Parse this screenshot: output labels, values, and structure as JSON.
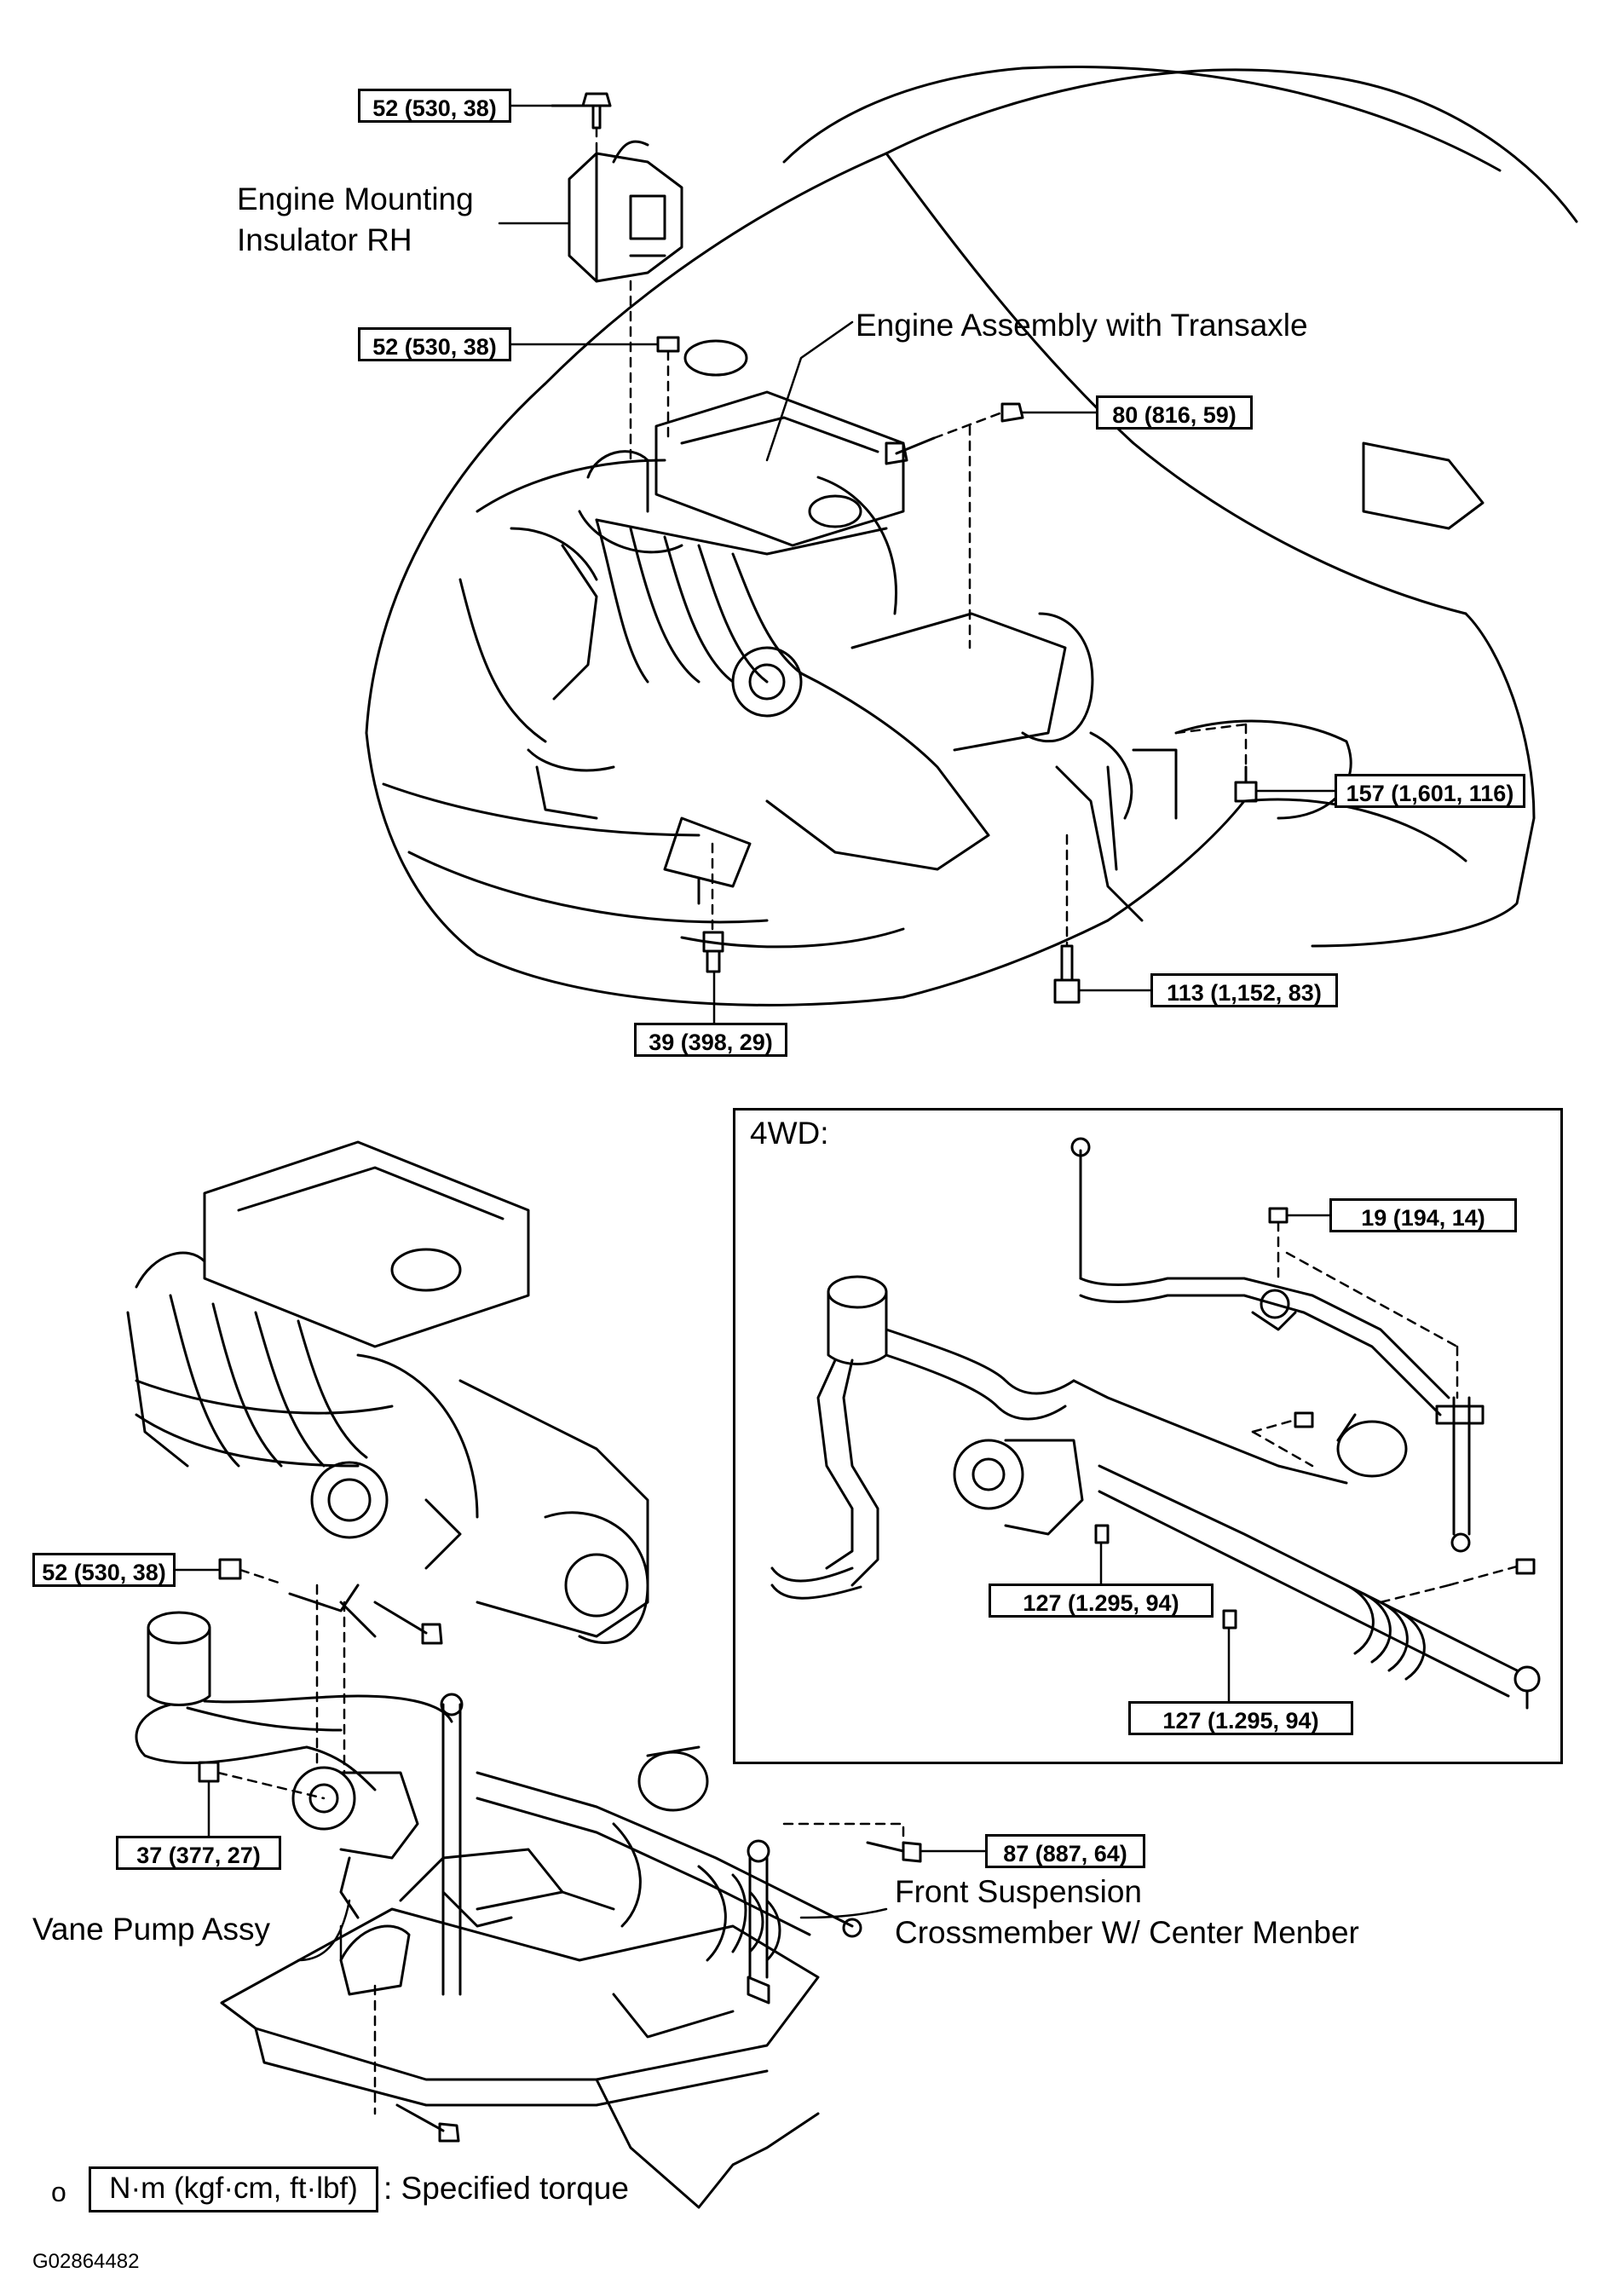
{
  "torque_labels": {
    "mount_bolt_top": "52 (530, 38)",
    "mount_nut": "52 (530, 38)",
    "bolt_80": "80 (816, 59)",
    "bolt_157": "157 (1,601, 116)",
    "bolt_113": "113 (1,152, 83)",
    "bolt_39": "39 (398, 29)",
    "bolt_52_lower": "52 (530, 38)",
    "bolt_37": "37 (377, 27)",
    "bolt_87": "87 (887, 64)",
    "fwd_19": "19 (194, 14)",
    "fwd_127_a": "127 (1.295, 94)",
    "fwd_127_b": "127 (1.295, 94)"
  },
  "part_labels": {
    "engine_mount_line1": "Engine Mounting",
    "engine_mount_line2": "Insulator RH",
    "engine_assembly": "Engine Assembly with Transaxle",
    "vane_pump": "Vane Pump Assy",
    "crossmember_line1": "Front Suspension",
    "crossmember_line2": "Crossmember W/ Center Menber"
  },
  "inset_title": "4WD:",
  "legend": {
    "marker": "o",
    "box_text": "N·m (kgf·cm, ft·lbf)",
    "description": ": Specified torque"
  },
  "figure_code": "G02864482"
}
